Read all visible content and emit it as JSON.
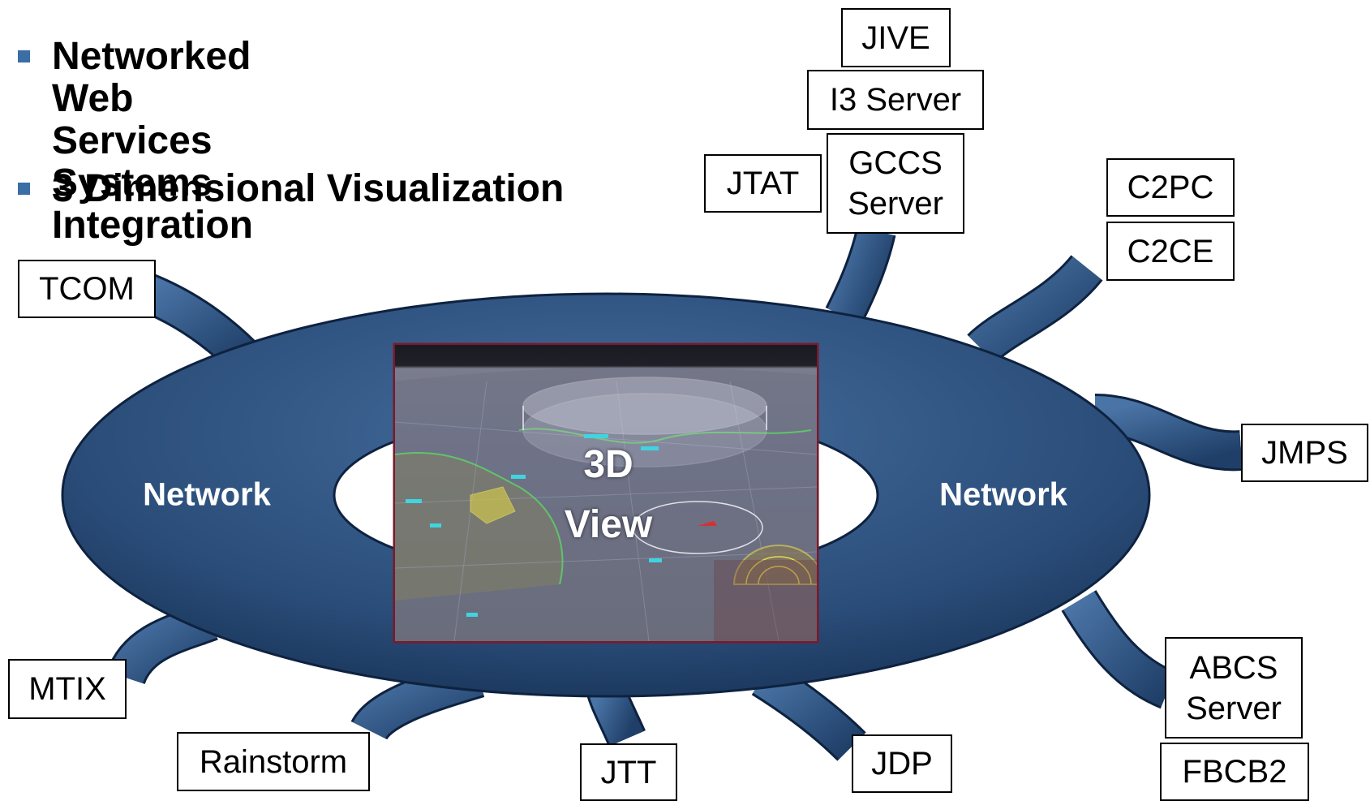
{
  "bullets": [
    "Networked Web Services\nSystems Integration",
    "3 Dimensional Visualization"
  ],
  "network": {
    "left_label": "Network",
    "right_label": "Network"
  },
  "view3d": {
    "line1": "3D",
    "line2": "View"
  },
  "nodes": {
    "jive": "JIVE",
    "i3_server": "I3 Server",
    "gccs_server": "GCCS\nServer",
    "jtat": "JTAT",
    "c2pc": "C2PC",
    "c2ce": "C2CE",
    "tcom": "TCOM",
    "jmps": "JMPS",
    "mtix": "MTIX",
    "rainstorm": "Rainstorm",
    "jtt": "JTT",
    "jdp": "JDP",
    "abcs_server": "ABCS\nServer",
    "fbcb2": "FBCB2"
  },
  "colors": {
    "ring_dark": "#1c3a60",
    "ring_light": "#3d6594",
    "bullet": "#3a6ea5"
  }
}
